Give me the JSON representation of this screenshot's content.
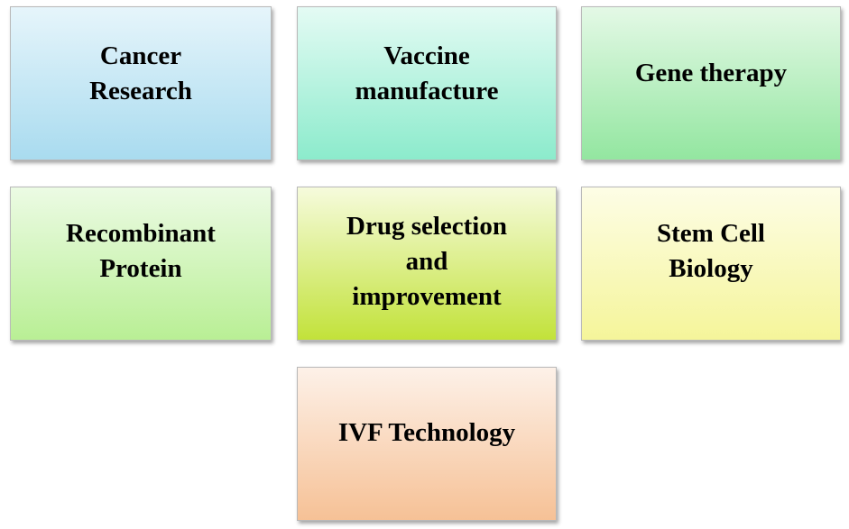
{
  "boxes": [
    {
      "label": "Cancer\nResearch",
      "color_top": "#e6f5fb",
      "color_bottom": "#a9dbef"
    },
    {
      "label": "Vaccine\nmanufacture",
      "color_top": "#e4fbf4",
      "color_bottom": "#8cebcc"
    },
    {
      "label": "Gene therapy",
      "color_top": "#e4f9e6",
      "color_bottom": "#93e6a0"
    },
    {
      "label": "Recombinant\nProtein",
      "color_top": "#ecfbe4",
      "color_bottom": "#b9ef95"
    },
    {
      "label": "Drug selection\nand\nimprovement",
      "color_top": "#f6fbdc",
      "color_bottom": "#c2e23a"
    },
    {
      "label": "Stem Cell\nBiology",
      "color_top": "#fdfde6",
      "color_bottom": "#f5f59a"
    },
    {
      "label": "IVF Technology",
      "color_top": "#fdf1e8",
      "color_bottom": "#f6c196"
    }
  ]
}
